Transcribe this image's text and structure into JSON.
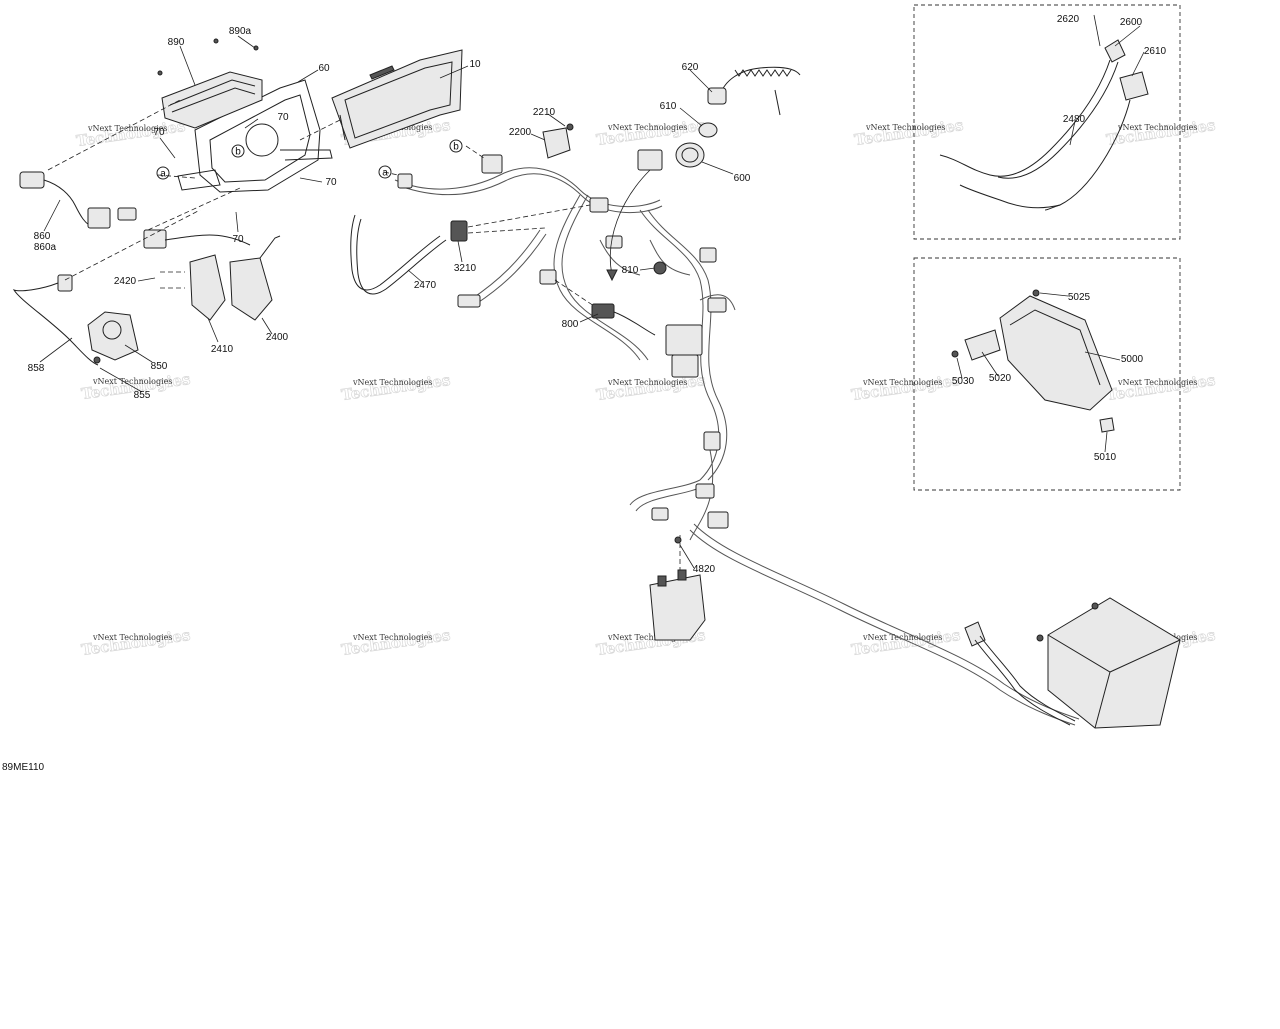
{
  "diagram": {
    "drawing_code": "89ME110",
    "watermark": "vNext Technologies",
    "callouts": [
      {
        "id": "890",
        "text": "890"
      },
      {
        "id": "890a",
        "text": "890a"
      },
      {
        "id": "60",
        "text": "60"
      },
      {
        "id": "10",
        "text": "10"
      },
      {
        "id": "70-a",
        "text": "70"
      },
      {
        "id": "70-b",
        "text": "70"
      },
      {
        "id": "70-c",
        "text": "70"
      },
      {
        "id": "70-d",
        "text": "70"
      },
      {
        "id": "860",
        "text": "860"
      },
      {
        "id": "860a",
        "text": "860a"
      },
      {
        "id": "2420",
        "text": "2420"
      },
      {
        "id": "2410",
        "text": "2410"
      },
      {
        "id": "2400",
        "text": "2400"
      },
      {
        "id": "858",
        "text": "858"
      },
      {
        "id": "850",
        "text": "850"
      },
      {
        "id": "855",
        "text": "855"
      },
      {
        "id": "2470",
        "text": "2470"
      },
      {
        "id": "3210",
        "text": "3210"
      },
      {
        "id": "2210",
        "text": "2210"
      },
      {
        "id": "2200",
        "text": "2200"
      },
      {
        "id": "620",
        "text": "620"
      },
      {
        "id": "610",
        "text": "610"
      },
      {
        "id": "600",
        "text": "600"
      },
      {
        "id": "810",
        "text": "810"
      },
      {
        "id": "800",
        "text": "800"
      },
      {
        "id": "4820",
        "text": "4820"
      },
      {
        "id": "2620",
        "text": "2620"
      },
      {
        "id": "2600",
        "text": "2600"
      },
      {
        "id": "2610",
        "text": "2610"
      },
      {
        "id": "2480",
        "text": "2480"
      },
      {
        "id": "5025",
        "text": "5025"
      },
      {
        "id": "5000",
        "text": "5000"
      },
      {
        "id": "5030",
        "text": "5030"
      },
      {
        "id": "5020",
        "text": "5020"
      },
      {
        "id": "5010",
        "text": "5010"
      }
    ],
    "ref_markers": [
      {
        "id": "b-1",
        "text": "b"
      },
      {
        "id": "a-1",
        "text": "a"
      },
      {
        "id": "a-2",
        "text": "a"
      },
      {
        "id": "b-2",
        "text": "b"
      }
    ]
  }
}
